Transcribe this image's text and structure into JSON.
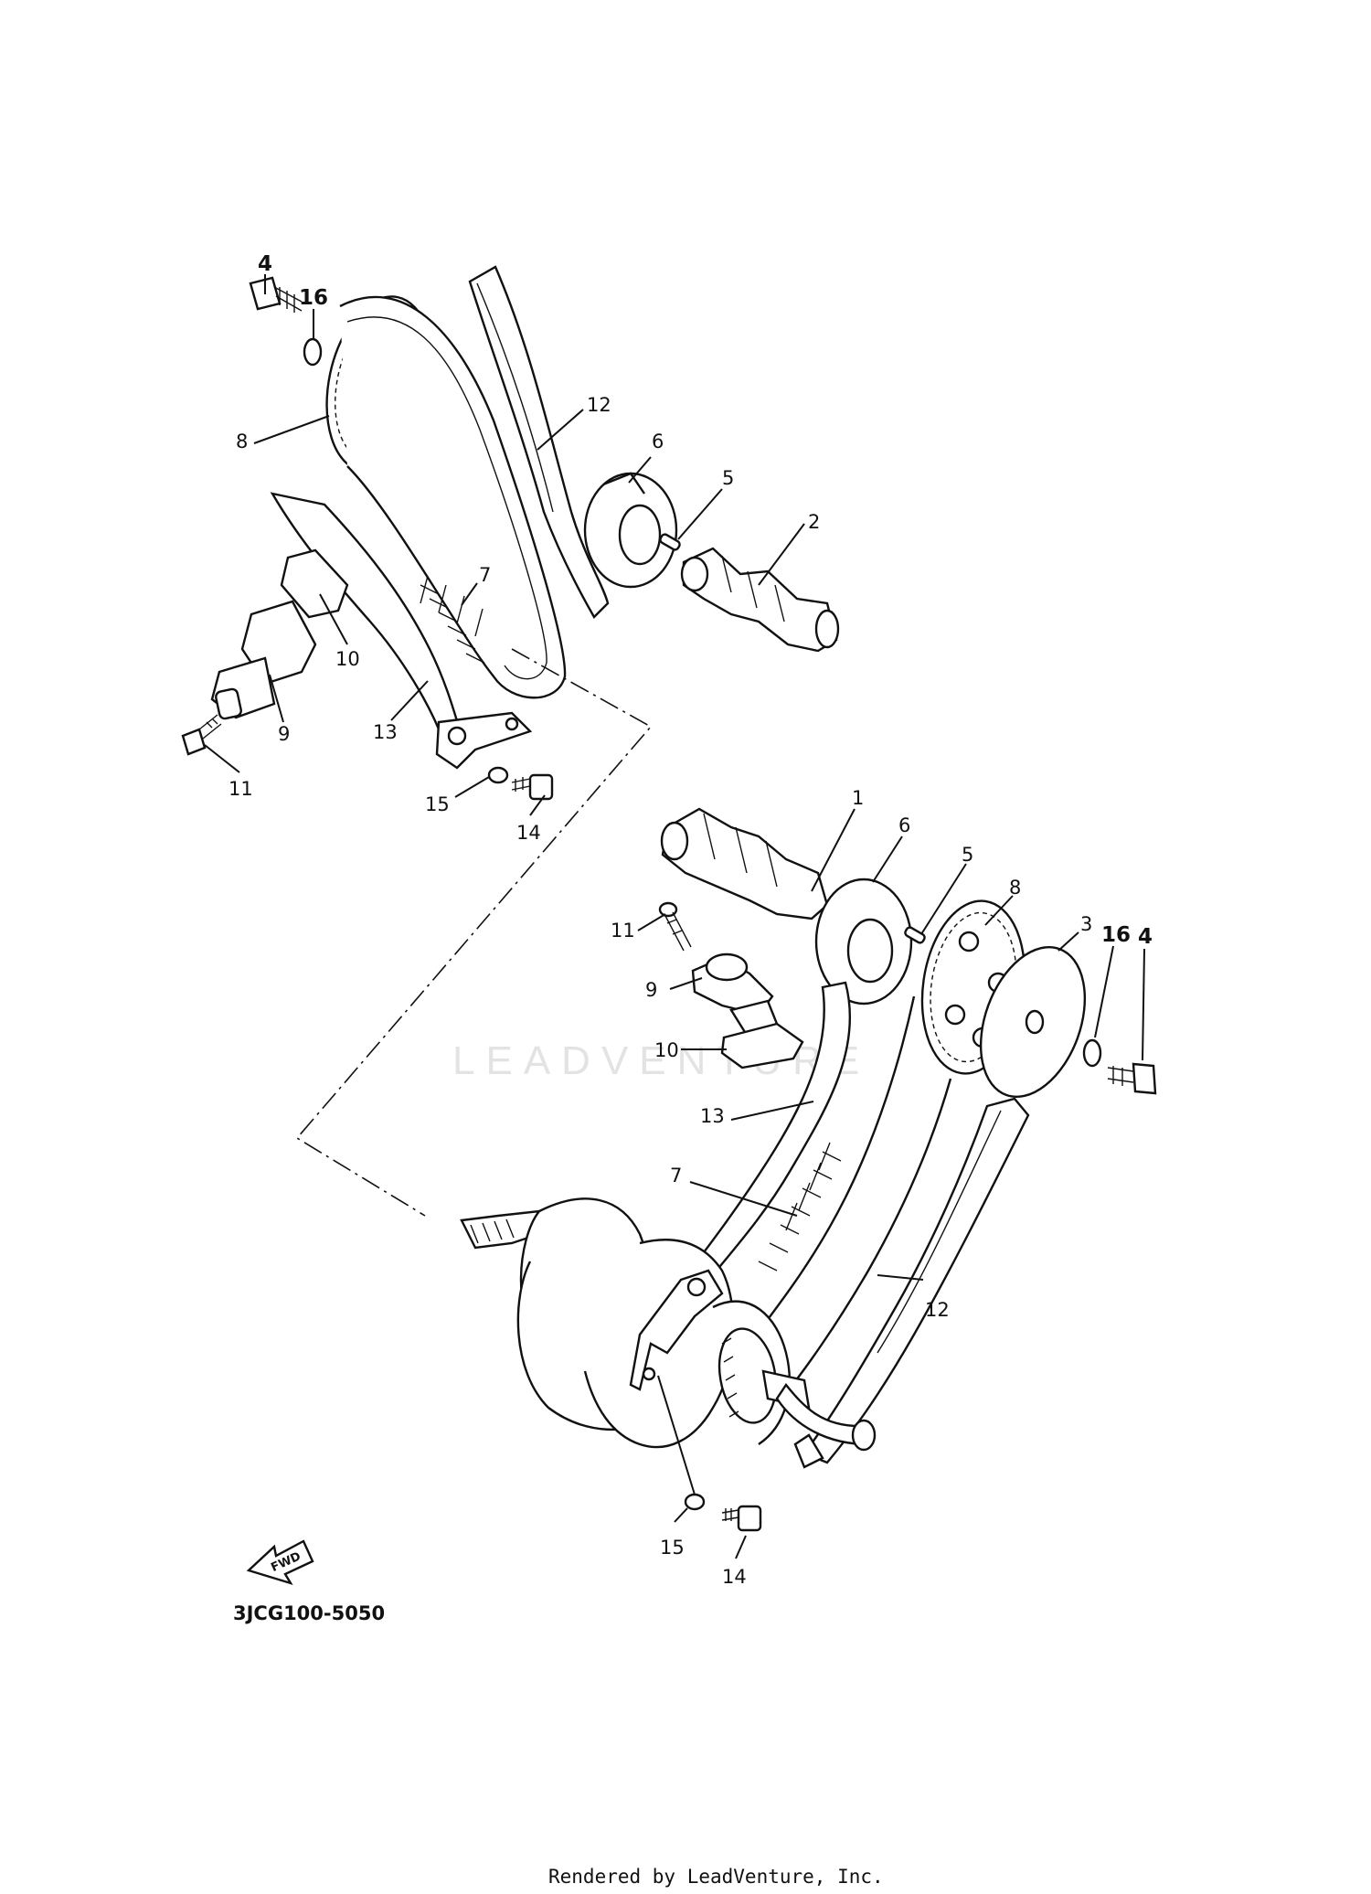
{
  "diagram": {
    "watermark": "LEADVENTURE",
    "code": "3JCG100-5050",
    "footer": "Rendered by LeadVenture, Inc.",
    "fwd_label": "FWD",
    "callouts_upper": [
      {
        "id": "c-u-4",
        "text": "4",
        "bold": true
      },
      {
        "id": "c-u-16",
        "text": "16",
        "bold": true
      },
      {
        "id": "c-u-8",
        "text": "8"
      },
      {
        "id": "c-u-12",
        "text": "12"
      },
      {
        "id": "c-u-6",
        "text": "6"
      },
      {
        "id": "c-u-5",
        "text": "5"
      },
      {
        "id": "c-u-2",
        "text": "2"
      },
      {
        "id": "c-u-7",
        "text": "7"
      },
      {
        "id": "c-u-10",
        "text": "10"
      },
      {
        "id": "c-u-9",
        "text": "9"
      },
      {
        "id": "c-u-13",
        "text": "13"
      },
      {
        "id": "c-u-11",
        "text": "11"
      },
      {
        "id": "c-u-15",
        "text": "15"
      },
      {
        "id": "c-u-14",
        "text": "14"
      }
    ],
    "callouts_lower": [
      {
        "id": "c-l-1",
        "text": "1"
      },
      {
        "id": "c-l-6",
        "text": "6"
      },
      {
        "id": "c-l-5",
        "text": "5"
      },
      {
        "id": "c-l-8",
        "text": "8"
      },
      {
        "id": "c-l-3",
        "text": "3"
      },
      {
        "id": "c-l-16",
        "text": "16",
        "bold": true
      },
      {
        "id": "c-l-4",
        "text": "4",
        "bold": true
      },
      {
        "id": "c-l-11",
        "text": "11"
      },
      {
        "id": "c-l-9",
        "text": "9"
      },
      {
        "id": "c-l-10",
        "text": "10"
      },
      {
        "id": "c-l-13",
        "text": "13"
      },
      {
        "id": "c-l-7",
        "text": "7"
      },
      {
        "id": "c-l-12",
        "text": "12"
      },
      {
        "id": "c-l-15",
        "text": "15"
      },
      {
        "id": "c-l-14",
        "text": "14"
      }
    ]
  }
}
